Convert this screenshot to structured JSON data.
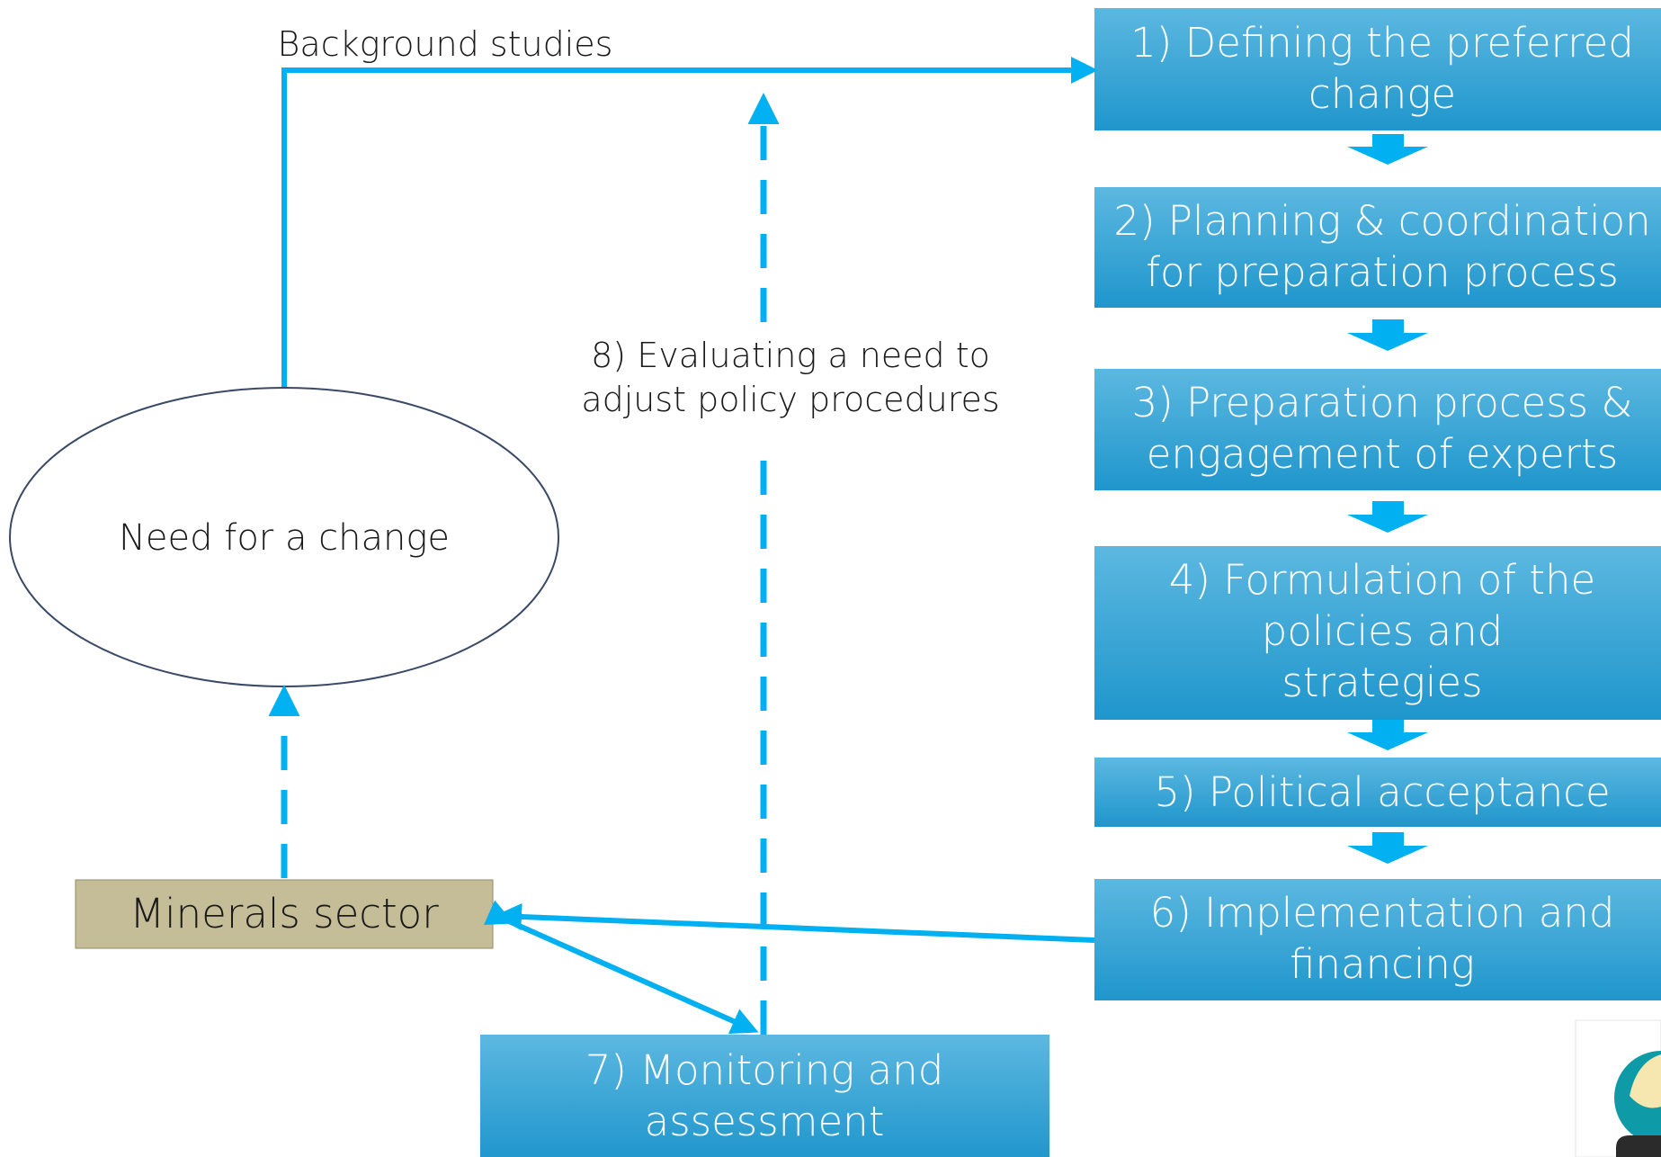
{
  "steps": [
    {
      "lines": [
        "1) Defining the preferred",
        "change"
      ]
    },
    {
      "lines": [
        "2) Planning & coordination",
        "for preparation process"
      ]
    },
    {
      "lines": [
        "3) Preparation process &",
        "engagement of experts"
      ]
    },
    {
      "lines": [
        "4) Formulation of the",
        "policies and",
        "strategies"
      ]
    },
    {
      "lines": [
        "5) Political acceptance"
      ]
    },
    {
      "lines": [
        "6) Implementation and",
        "financing"
      ]
    }
  ],
  "monitoring": {
    "lines": [
      "7) Monitoring and",
      "assessment"
    ]
  },
  "evaluation_label": {
    "lines": [
      "8) Evaluating a need to",
      "adjust policy procedures"
    ]
  },
  "background_label": "Background studies",
  "need_label": "Need for a change",
  "minerals_label": "Minerals sector",
  "colors": {
    "accent": "#00b0f0",
    "box_top": "#5cb8e0",
    "box_bottom": "#1f96cc",
    "minerals_fill": "#c4bd97",
    "ellipse_stroke": "#3a4a66",
    "text_dark": "#1a1a1a"
  },
  "logo": {
    "icon": "company-logo-icon"
  }
}
